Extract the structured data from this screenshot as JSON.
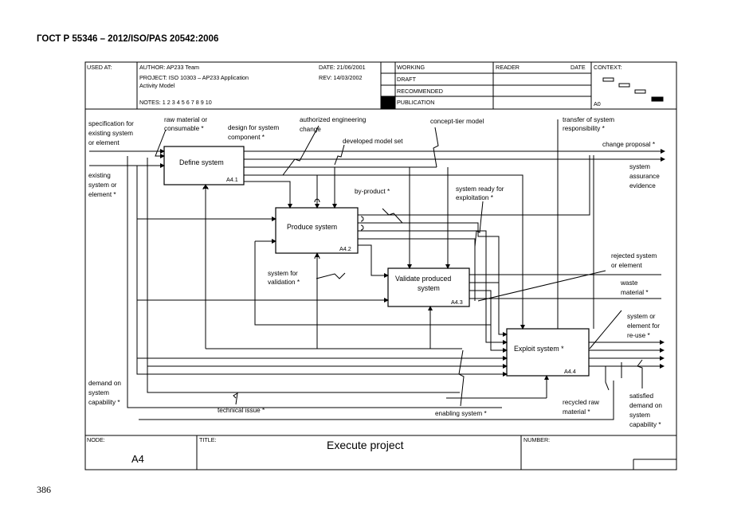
{
  "header": "ГОСТ Р 55346 – 2012/ISO/PAS 20542:2006",
  "page_number": "386",
  "frame": {
    "used_at": "USED AT:",
    "author": "AUTHOR:  AP233 Team",
    "project1": "PROJECT:  ISO 10303 – AP233 Application",
    "project2": "Activity Model",
    "notes": "NOTES:  1  2  3  4  5  6  7  8  9  10",
    "date": "DATE:  21/06/2001",
    "rev": "REV:     14/03/2002",
    "working": "WORKING",
    "draft": "DRAFT",
    "recommended": "RECOMMENDED",
    "publication": "PUBLICATION",
    "reader": "READER",
    "reader_date": "DATE",
    "context": "CONTEXT:",
    "context_node": "A0",
    "node_label": "NODE:",
    "node_value": "A4",
    "title_label": "TITLE:",
    "title_value": "Execute project",
    "number_label": "NUMBER:"
  },
  "boxes": [
    {
      "label": "Define system",
      "id": "A4.1"
    },
    {
      "label": "Produce system",
      "id": "A4.2"
    },
    {
      "label1": "Validate produced",
      "label2": "system",
      "id": "A4.3"
    },
    {
      "label": "Exploit system *",
      "id": "A4.4"
    }
  ],
  "arrows": {
    "spec1": "specification for",
    "spec2": "existing system",
    "spec3": "or element",
    "raw1": "raw material or",
    "raw2": "consumable *",
    "design1": "design for system",
    "design2": "component *",
    "auth1": "authorized engineering",
    "auth2": "change",
    "developed": "developed model set",
    "concept": "concept-tier model",
    "transfer1": "transfer of system",
    "transfer2": "responsibility *",
    "change_proposal": "change proposal *",
    "assurance1": "system",
    "assurance2": "assurance",
    "assurance3": "evidence",
    "existing1": "existing",
    "existing2": "system or",
    "existing3": "element *",
    "byproduct": "by-product *",
    "ready1": "system ready for",
    "ready2": "exploitation *",
    "validation1": "system for",
    "validation2": "validation *",
    "rejected1": "rejected system",
    "rejected2": "or element",
    "waste1": "waste",
    "waste2": "material *",
    "reuse1": "system or",
    "reuse2": "element for",
    "reuse3": "re-use *",
    "demand1": "demand on",
    "demand2": "system",
    "demand3": "capability *",
    "technical": "technical issue *",
    "enabling": "enabling system *",
    "recycled1": "recycled raw",
    "recycled2": "material *",
    "satisfied1": "satisfied",
    "satisfied2": "demand on",
    "satisfied3": "system",
    "satisfied4": "capability *"
  }
}
